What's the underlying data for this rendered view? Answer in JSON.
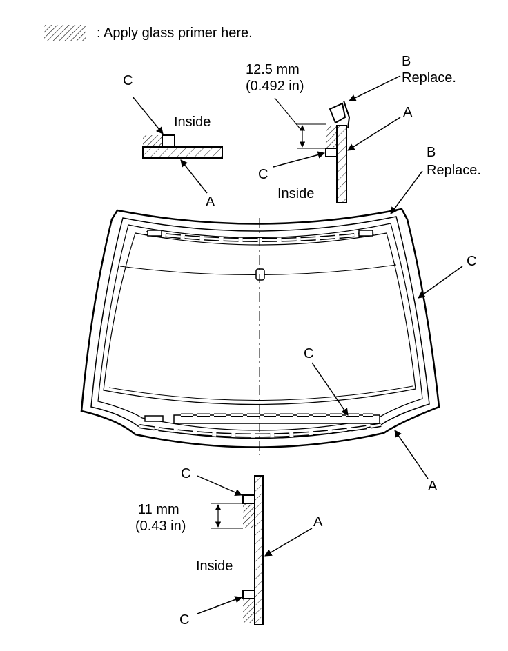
{
  "legend": {
    "text": ": Apply glass primer here.",
    "swatch_icon": "hatch-swatch-icon"
  },
  "labels": {
    "a": "A",
    "b": "B",
    "c": "C",
    "replace": "Replace.",
    "inside": "Inside"
  },
  "dimensions": {
    "top_mm": "12.5 mm",
    "top_in": "(0.492 in)",
    "bottom_mm": "11 mm",
    "bottom_in": "(0.43 in)"
  },
  "colors": {
    "ink": "#000000",
    "background": "#ffffff"
  }
}
